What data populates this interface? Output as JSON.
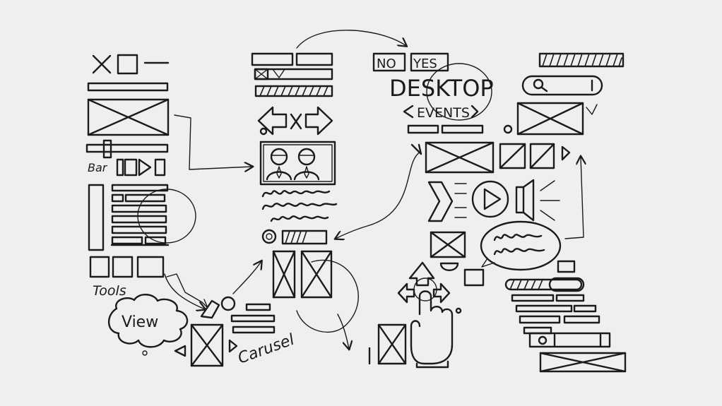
{
  "sketch": {
    "colors": {
      "background": "#efefef",
      "ink": "#1b1b1b"
    },
    "labels": {
      "bar": "Bar",
      "tools": "Tools",
      "view": "View",
      "carusel": "Carusel",
      "no": "NO",
      "yes": "YES",
      "desktop": "DESKTOP",
      "events": "EVENTS"
    },
    "icons": [
      "close-icon",
      "maximize-icon",
      "minimize-icon",
      "arrow-left-icon",
      "arrow-right-icon",
      "search-icon",
      "play-icon",
      "speaker-icon",
      "hand-pointer-icon",
      "cloud-icon",
      "people-photo-icon"
    ]
  }
}
